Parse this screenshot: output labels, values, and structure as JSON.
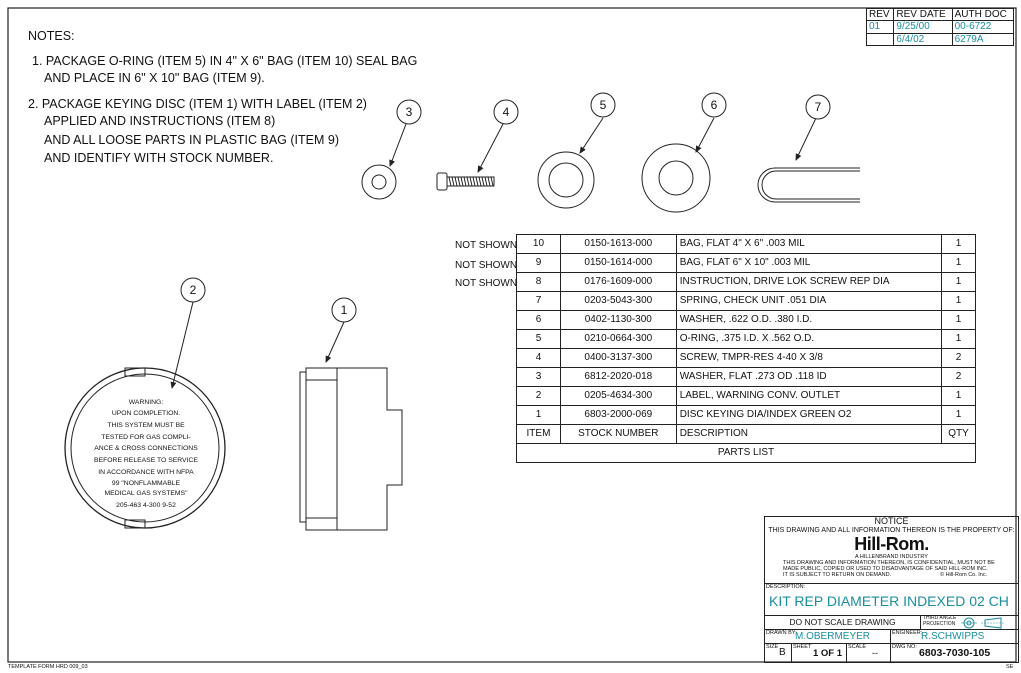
{
  "notes": {
    "heading": "NOTES:",
    "note1_line1": "1.  PACKAGE O-RING (ITEM 5) IN 4\" X 6\" BAG (ITEM 10) SEAL BAG",
    "note1_line2": "AND PLACE IN 6\" X 10\" BAG (ITEM 9).",
    "note2_line1": "2.  PACKAGE KEYING DISC (ITEM 1) WITH LABEL (ITEM 2)",
    "note2_line2": "APPLIED AND INSTRUCTIONS (ITEM 8)",
    "note2_line3": "AND ALL LOOSE PARTS IN PLASTIC BAG (ITEM 9)",
    "note2_line4": "AND IDENTIFY WITH STOCK NUMBER."
  },
  "revisions": {
    "headers": [
      "REV",
      "REV DATE",
      "AUTH DOC"
    ],
    "rows": [
      {
        "rev": "01",
        "date": "9/25/00",
        "doc": "00-6722"
      },
      {
        "rev": "",
        "date": "6/4/02",
        "doc": "6279A"
      }
    ]
  },
  "balloons": [
    "1",
    "2",
    "3",
    "4",
    "5",
    "6",
    "7"
  ],
  "label_text": [
    "WARNING:",
    "UPON COMPLETION.",
    "THIS SYSTEM MUST BE",
    "TESTED FOR GAS COMPLI-",
    "ANCE & CROSS CONNECTIONS",
    "BEFORE RELEASE TO SERVICE",
    "IN ACCORDANCE WITH NFPA",
    "99 \"NONFLAMMABLE",
    "MEDICAL GAS SYSTEMS\"",
    "205-463 4-300 9-52"
  ],
  "parts_list": {
    "not_shown": "NOT SHOWN",
    "rows": [
      {
        "item": "10",
        "stock": "0150-1613-000",
        "desc": "BAG, FLAT 4\" X 6\" .003 MIL",
        "qty": "1"
      },
      {
        "item": "9",
        "stock": "0150-1614-000",
        "desc": "BAG, FLAT 6\" X 10\" .003 MIL",
        "qty": "1"
      },
      {
        "item": "8",
        "stock": "0176-1609-000",
        "desc": "INSTRUCTION, DRIVE LOK SCREW REP DIA",
        "qty": "1"
      },
      {
        "item": "7",
        "stock": "0203-5043-300",
        "desc": "SPRING, CHECK UNIT .051 DIA",
        "qty": "1"
      },
      {
        "item": "6",
        "stock": "0402-1130-300",
        "desc": "WASHER, .622 O.D. .380 I.D.",
        "qty": "1"
      },
      {
        "item": "5",
        "stock": "0210-0664-300",
        "desc": "O-RING, .375 I.D. X .562 O.D.",
        "qty": "1"
      },
      {
        "item": "4",
        "stock": "0400-3137-300",
        "desc": "SCREW, TMPR-RES 4-40 X 3/8",
        "qty": "2"
      },
      {
        "item": "3",
        "stock": "6812-2020-018",
        "desc": "WASHER, FLAT .273 OD .118 ID",
        "qty": "2"
      },
      {
        "item": "2",
        "stock": "0205-4634-300",
        "desc": "LABEL, WARNING CONV. OUTLET",
        "qty": "1"
      },
      {
        "item": "1",
        "stock": "6803-2000-069",
        "desc": "DISC KEYING DIA/INDEX GREEN O2",
        "qty": "1"
      }
    ],
    "headers": {
      "item": "ITEM",
      "stock": "STOCK NUMBER",
      "desc": "DESCRIPTION",
      "qty": "QTY"
    },
    "title": "PARTS LIST"
  },
  "title_block": {
    "notice": "NOTICE",
    "property": "THIS DRAWING AND ALL INFORMATION THEREON IS THE PROPERTY OF:",
    "company": "Hill-Rom.",
    "company_sub": "A HILLENBRAND INDUSTRY",
    "conf1": "THIS DRAWING AND INFORMATION THEREON, IS CONFIDENTIAL, MUST NOT BE",
    "conf2": "MADE PUBLIC, COPIED OR USED TO DISADVANTAGE OF SAID HILL-ROM INC.",
    "conf3": "IT IS SUBJECT TO RETURN ON DEMAND.",
    "copyright": "© Hill-Rom Co. Inc.",
    "desc_label": "DESCRIPTION:",
    "description": "KIT REP DIAMETER INDEXED 02 CH",
    "do_not_scale": "DO NOT SCALE DRAWING",
    "projection": "THIRD ANGLE PROJECTION",
    "drawn_label": "DRAWN BY:",
    "drawn_by": "M.OBERMEYER",
    "engineer_label": "ENGINEER:",
    "engineer": "R.SCHWIPPS",
    "size_label": "SIZE",
    "size": "B",
    "sheet_label": "SHEET",
    "sheet": "1 OF 1",
    "scale_label": "SCALE",
    "scale": "--",
    "dwg_label": "DWG NO:",
    "dwg_no": "6803-7030-105"
  },
  "footer": {
    "template": "TEMPLATE FORM HRD 009_03",
    "corner": "SE"
  }
}
